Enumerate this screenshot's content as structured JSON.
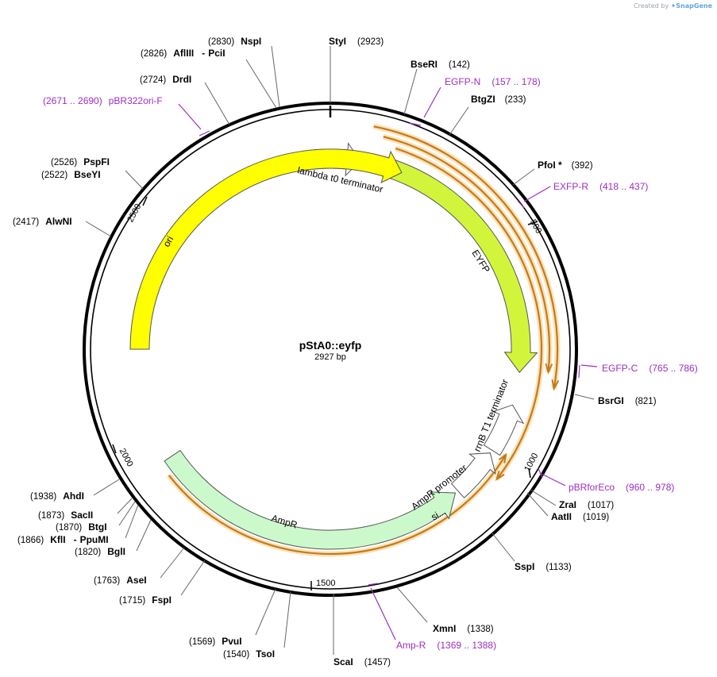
{
  "watermark": {
    "prefix": "Created by",
    "brand": "SnapGene"
  },
  "plasmid": {
    "name": "pStA0::eyfp",
    "length_label": "2927 bp"
  },
  "colors": {
    "backbone": "#000000",
    "primer": "#9b2fc2",
    "terminator_fill": "#ffffff",
    "eyfp": "#d2f53c",
    "ori": "#ffff00",
    "ampr": "#ccf9cc",
    "thin_feature": "#c47a1a",
    "thin_glow": "#fbe2b6",
    "connector": "#666666"
  },
  "sites": [
    {
      "name": "NspI",
      "pos": "(2830)"
    },
    {
      "name": "StyI",
      "pos": "(2923)"
    },
    {
      "name": "AflIII",
      "sep": "-",
      "name2": "PciI",
      "pos": "(2826)"
    },
    {
      "name": "BseRI",
      "pos": "(142)"
    },
    {
      "name": "DrdI",
      "pos": "(2724)"
    },
    {
      "name": "BtgZI",
      "pos": "(233)"
    },
    {
      "name": "PfoI *",
      "pos": "(392)"
    },
    {
      "name": "PspFI",
      "pos": "(2526)"
    },
    {
      "name": "BseYI",
      "pos": "(2522)"
    },
    {
      "name": "AlwNI",
      "pos": "(2417)"
    },
    {
      "name": "BsrGI",
      "pos": "(821)"
    },
    {
      "name": "ZraI",
      "pos": "(1017)"
    },
    {
      "name": "AatII",
      "pos": "(1019)"
    },
    {
      "name": "AhdI",
      "pos": "(1938)"
    },
    {
      "name": "SacII",
      "pos": "(1873)"
    },
    {
      "name": "BtgI",
      "pos": "(1870)"
    },
    {
      "name": "KflI",
      "sep": "-",
      "name2": "PpuMI",
      "pos": "(1866)"
    },
    {
      "name": "BglI",
      "pos": "(1820)"
    },
    {
      "name": "SspI",
      "pos": "(1133)"
    },
    {
      "name": "AseI",
      "pos": "(1763)"
    },
    {
      "name": "FspI",
      "pos": "(1715)"
    },
    {
      "name": "XmnI",
      "pos": "(1338)"
    },
    {
      "name": "PvuI",
      "pos": "(1569)"
    },
    {
      "name": "TsoI",
      "pos": "(1540)"
    },
    {
      "name": "ScaI",
      "pos": "(1457)"
    }
  ],
  "primers": [
    {
      "name": "EGFP-N",
      "range": "(157 .. 178)"
    },
    {
      "name": "pBR322ori-F",
      "range": "(2671 .. 2690)"
    },
    {
      "name": "EXFP-R",
      "range": "(418 .. 437)"
    },
    {
      "name": "EGFP-C",
      "range": "(765 .. 786)"
    },
    {
      "name": "pBRforEco",
      "range": "(960 .. 978)"
    },
    {
      "name": "Amp-R",
      "range": "(1369 .. 1388)"
    }
  ],
  "features": [
    {
      "name": "lambda t0 terminator"
    },
    {
      "name": "EYFP"
    },
    {
      "name": "rrnB T1 terminator"
    },
    {
      "name": "AmpR promoter"
    },
    {
      "name": "AmpR"
    },
    {
      "name": "si..."
    },
    {
      "name": "ori"
    }
  ],
  "ticks": [
    "500",
    "1000",
    "1500",
    "2000",
    "2500"
  ]
}
